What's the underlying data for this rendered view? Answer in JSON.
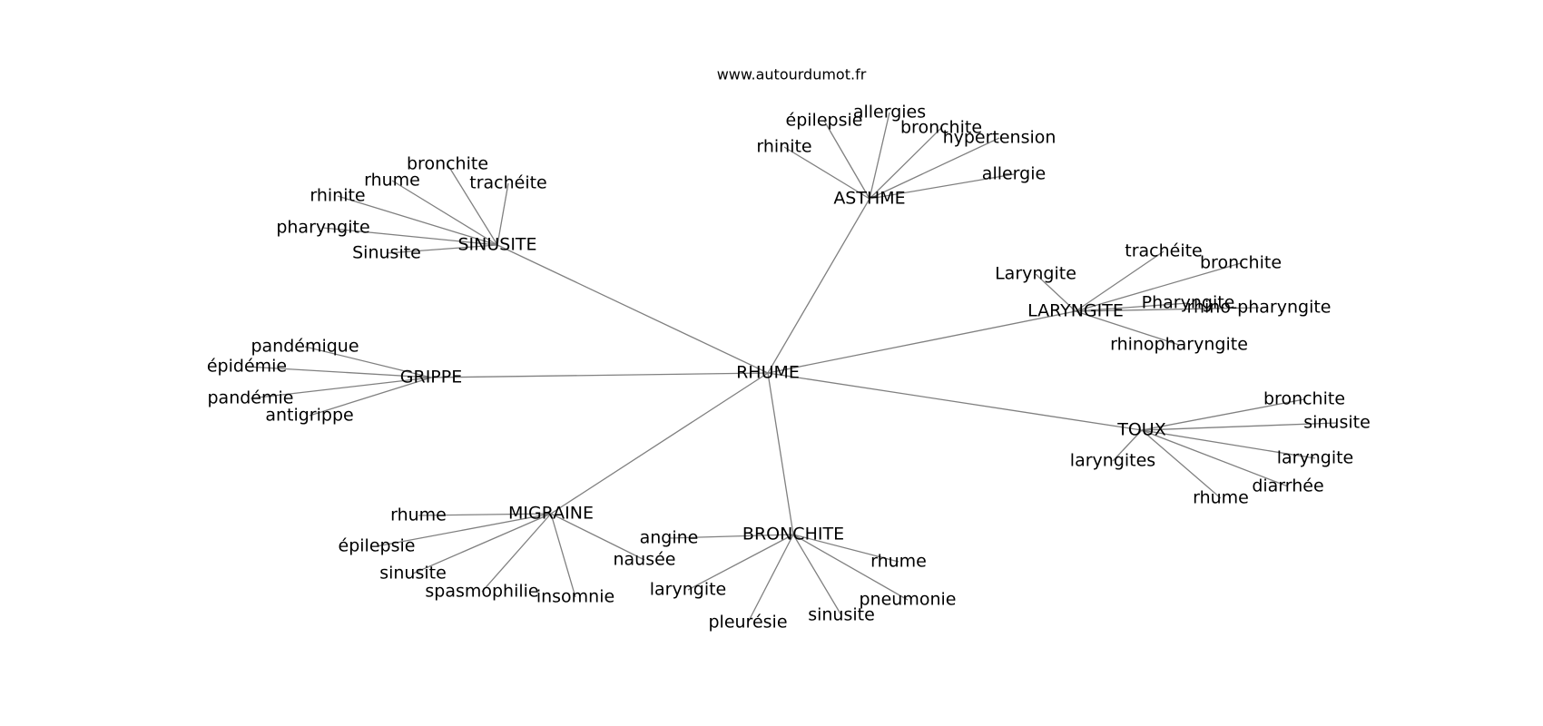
{
  "header": {
    "source": "www.autourdumot.fr"
  },
  "graph": {
    "root": "RHUME",
    "clusters": [
      {
        "hub": "ASTHME",
        "leaves": [
          "épilepsie",
          "allergies",
          "bronchite",
          "hypertension",
          "rhinite",
          "allergie"
        ]
      },
      {
        "hub": "SINUSITE",
        "leaves": [
          "bronchite",
          "rhume",
          "trachéite",
          "rhinite",
          "pharyngite",
          "Sinusite"
        ]
      },
      {
        "hub": "LARYNGITE",
        "leaves": [
          "trachéite",
          "bronchite",
          "Laryngite",
          "Pharyngite",
          "rhino-pharyngite",
          "rhinopharyngite"
        ]
      },
      {
        "hub": "GRIPPE",
        "leaves": [
          "pandémique",
          "épidémie",
          "pandémie",
          "antigrippe"
        ]
      },
      {
        "hub": "TOUX",
        "leaves": [
          "bronchite",
          "sinusite",
          "laryngites",
          "laryngite",
          "diarrhée",
          "rhume"
        ]
      },
      {
        "hub": "MIGRAINE",
        "leaves": [
          "rhume",
          "épilepsie",
          "sinusite",
          "spasmophilie",
          "insomnie",
          "nausée"
        ]
      },
      {
        "hub": "BRONCHITE",
        "leaves": [
          "angine",
          "rhume",
          "laryngite",
          "pneumonie",
          "sinusite",
          "pleurésie"
        ]
      }
    ]
  }
}
